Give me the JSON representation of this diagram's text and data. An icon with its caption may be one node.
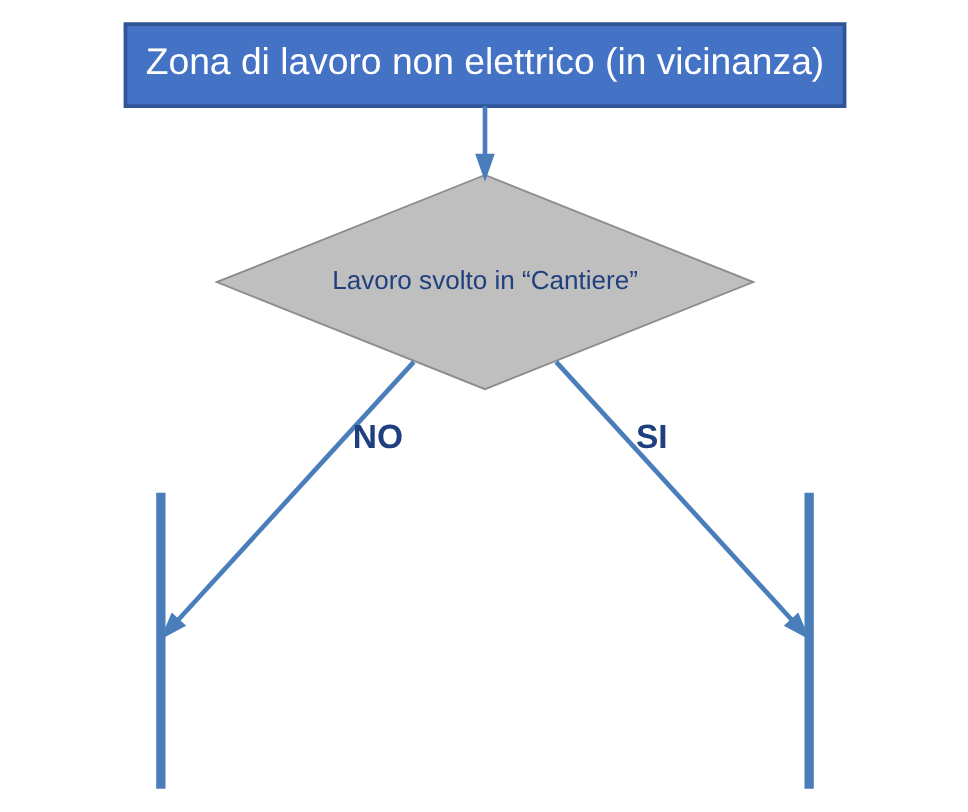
{
  "diagram": {
    "nodes": [
      {
        "text": [
          "Zona di lavoro non elettrico (in vicinanza)"
        ]
      },
      {
        "text": [
          "Lavoro svolto in “Cantiere”"
        ]
      },
      {
        "text": [],
        "shape": "bracket"
      },
      {
        "text": [],
        "shape": "bracket"
      }
    ],
    "edges": [
      {
        "from": 0,
        "to": 1,
        "arrow": "to"
      },
      {
        "from": 1,
        "to": 2,
        "arrow": "to",
        "label": "NO"
      },
      {
        "from": 1,
        "to": 3,
        "arrow": "to",
        "label": "SI"
      }
    ]
  }
}
